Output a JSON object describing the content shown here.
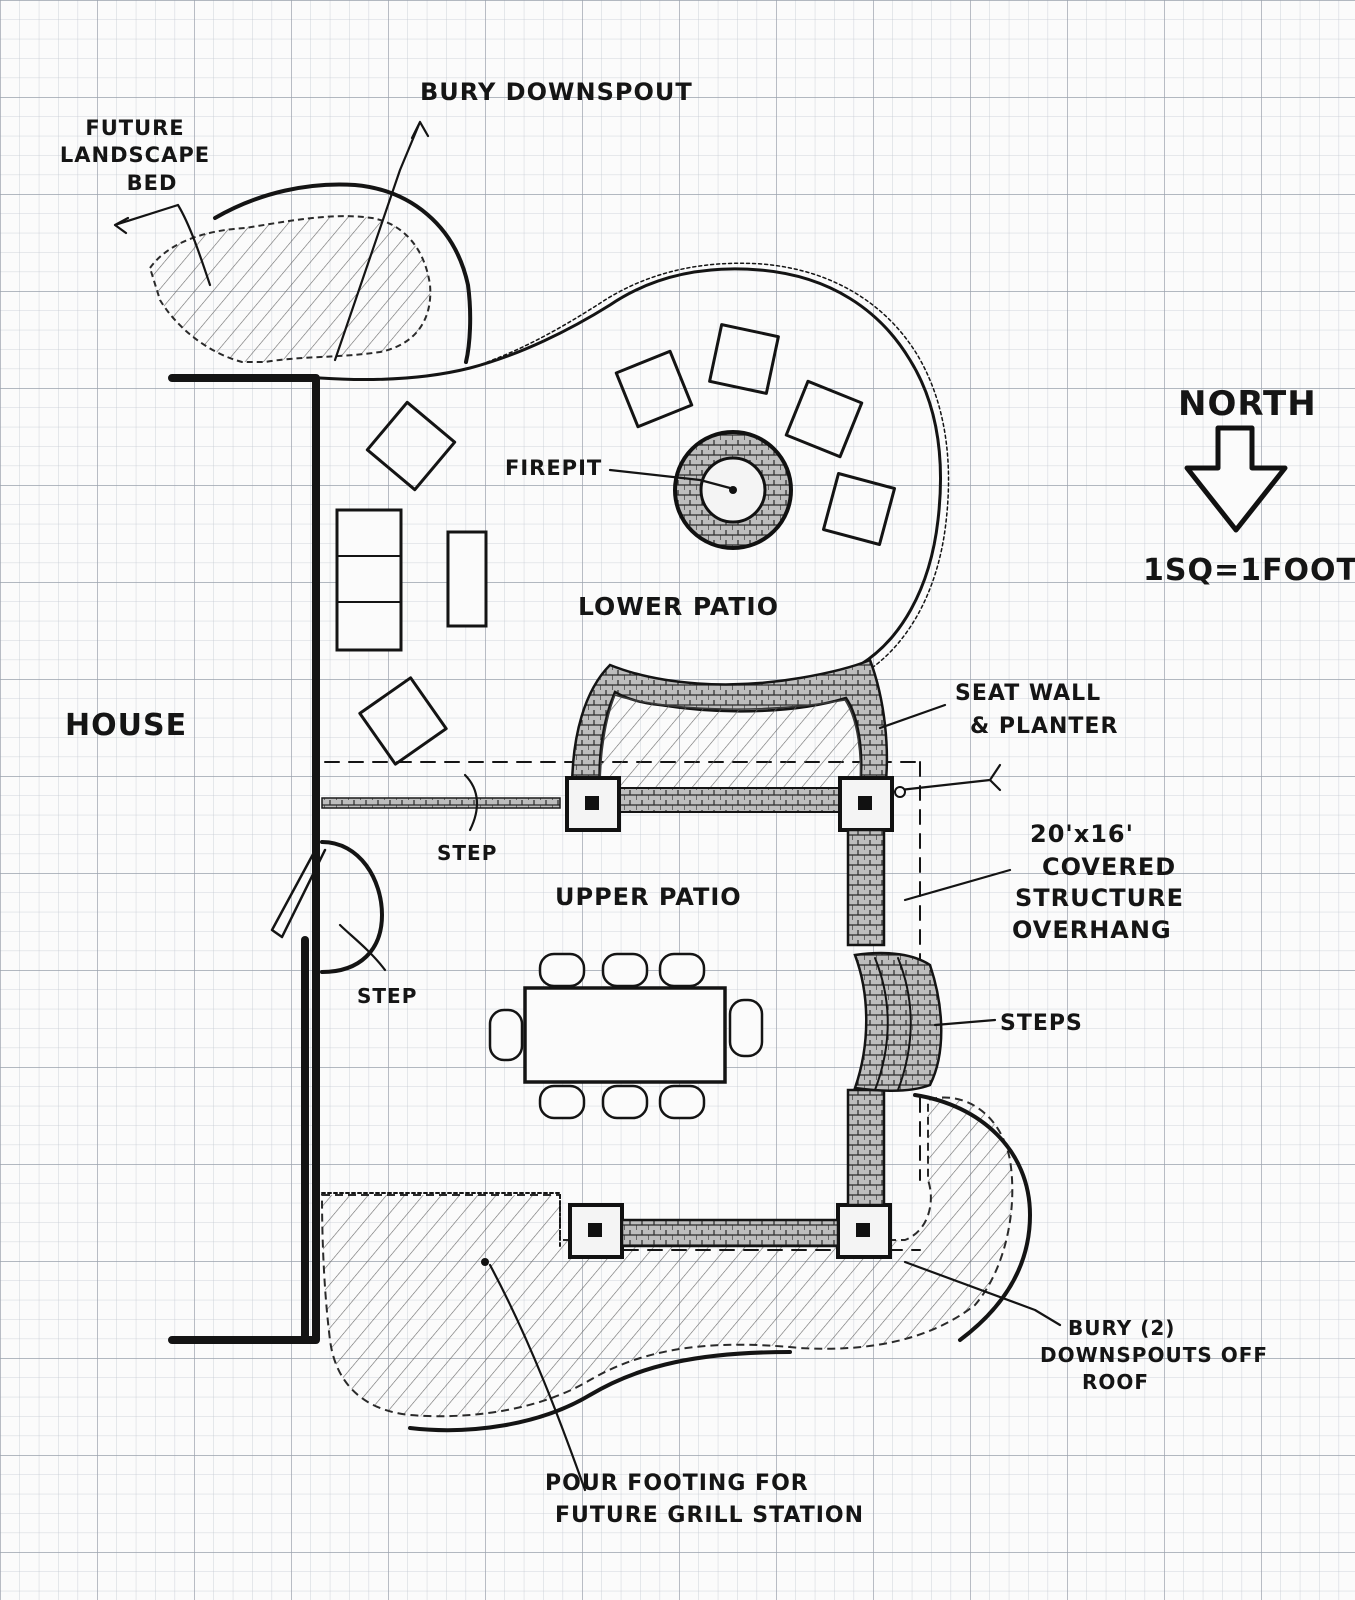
{
  "labels": {
    "future_landscape_bed": [
      "FUTURE",
      "LANDSCAPE",
      "BED"
    ],
    "bury_downspout": "BURY DOWNSPOUT",
    "firepit": "FIREPIT",
    "lower_patio": "LOWER PATIO",
    "house": "HOUSE",
    "seat_wall": [
      "SEAT WALL",
      "& PLANTER"
    ],
    "step_upper": "STEP",
    "step_lower": "STEP",
    "covered_structure": [
      "20'x16'",
      "COVERED",
      "STRUCTURE",
      "OVERHANG"
    ],
    "upper_patio": "UPPER PATIO",
    "steps": "STEPS",
    "bury_two_downspouts": [
      "BURY (2)",
      "DOWNSPOUTS OFF",
      "ROOF"
    ],
    "grill_footing": [
      "POUR FOOTING FOR",
      "FUTURE GRILL STATION"
    ],
    "north": "NORTH",
    "scale": "1SQ=1FOOT"
  },
  "colors": {
    "ink": "#141414",
    "paper": "#fbfbfb",
    "grid": "#b9bfc9"
  },
  "icons": {
    "north_arrow": "down-arrow-icon"
  }
}
